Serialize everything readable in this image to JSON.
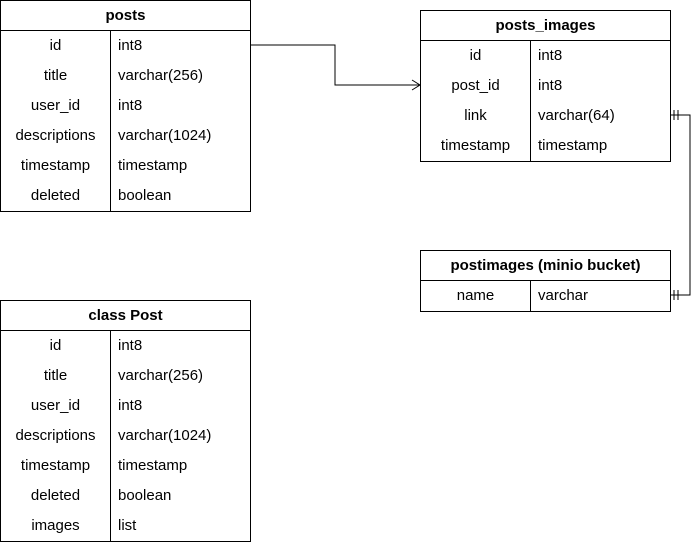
{
  "tables": [
    {
      "id": "posts",
      "title": "posts",
      "rows": [
        {
          "name": "id",
          "type": "int8"
        },
        {
          "name": "title",
          "type": "varchar(256)"
        },
        {
          "name": "user_id",
          "type": "int8"
        },
        {
          "name": "descriptions",
          "type": "varchar(1024)"
        },
        {
          "name": "timestamp",
          "type": "timestamp"
        },
        {
          "name": "deleted",
          "type": "boolean"
        }
      ]
    },
    {
      "id": "posts-images",
      "title": "posts_images",
      "rows": [
        {
          "name": "id",
          "type": "int8"
        },
        {
          "name": "post_id",
          "type": "int8"
        },
        {
          "name": "link",
          "type": "varchar(64)"
        },
        {
          "name": "timestamp",
          "type": "timestamp"
        }
      ]
    },
    {
      "id": "postimages-bucket",
      "title": "postimages (minio bucket)",
      "rows": [
        {
          "name": "name",
          "type": "varchar"
        }
      ]
    },
    {
      "id": "class-post",
      "title": "class Post",
      "rows": [
        {
          "name": "id",
          "type": "int8"
        },
        {
          "name": "title",
          "type": "varchar(256)"
        },
        {
          "name": "user_id",
          "type": "int8"
        },
        {
          "name": "descriptions",
          "type": "varchar(1024)"
        },
        {
          "name": "timestamp",
          "type": "timestamp"
        },
        {
          "name": "deleted",
          "type": "boolean"
        },
        {
          "name": "images",
          "type": "list"
        }
      ]
    }
  ],
  "relations": [
    {
      "from": "posts.id",
      "to": "posts_images.post_id",
      "kind": "one-to-many"
    },
    {
      "from": "posts_images.link",
      "to": "postimages (minio bucket).name",
      "kind": "one-to-one"
    }
  ]
}
